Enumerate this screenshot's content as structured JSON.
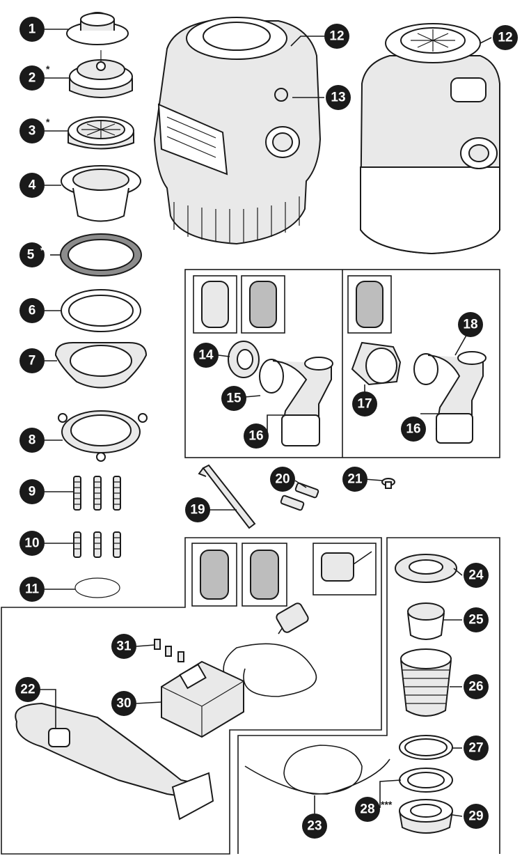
{
  "parts": [
    {
      "number": "1",
      "suffix": ""
    },
    {
      "number": "2",
      "suffix": "*"
    },
    {
      "number": "3",
      "suffix": "*"
    },
    {
      "number": "4",
      "suffix": ""
    },
    {
      "number": "5",
      "suffix": "*"
    },
    {
      "number": "6",
      "suffix": ""
    },
    {
      "number": "7",
      "suffix": ""
    },
    {
      "number": "8",
      "suffix": ""
    },
    {
      "number": "9",
      "suffix": ""
    },
    {
      "number": "10",
      "suffix": ""
    },
    {
      "number": "11",
      "suffix": ""
    },
    {
      "number": "12",
      "suffix": ""
    },
    {
      "number": "13",
      "suffix": ""
    },
    {
      "number": "14",
      "suffix": ""
    },
    {
      "number": "15",
      "suffix": ""
    },
    {
      "number": "16",
      "suffix": ""
    },
    {
      "number": "17",
      "suffix": ""
    },
    {
      "number": "18",
      "suffix": ""
    },
    {
      "number": "19",
      "suffix": ""
    },
    {
      "number": "20",
      "suffix": ""
    },
    {
      "number": "21",
      "suffix": ""
    },
    {
      "number": "22",
      "suffix": ""
    },
    {
      "number": "23",
      "suffix": ""
    },
    {
      "number": "24",
      "suffix": ""
    },
    {
      "number": "25",
      "suffix": ""
    },
    {
      "number": "26",
      "suffix": ""
    },
    {
      "number": "27",
      "suffix": ""
    },
    {
      "number": "28",
      "suffix": "***"
    },
    {
      "number": "29",
      "suffix": ""
    },
    {
      "number": "30",
      "suffix": ""
    },
    {
      "number": "31",
      "suffix": ""
    }
  ]
}
